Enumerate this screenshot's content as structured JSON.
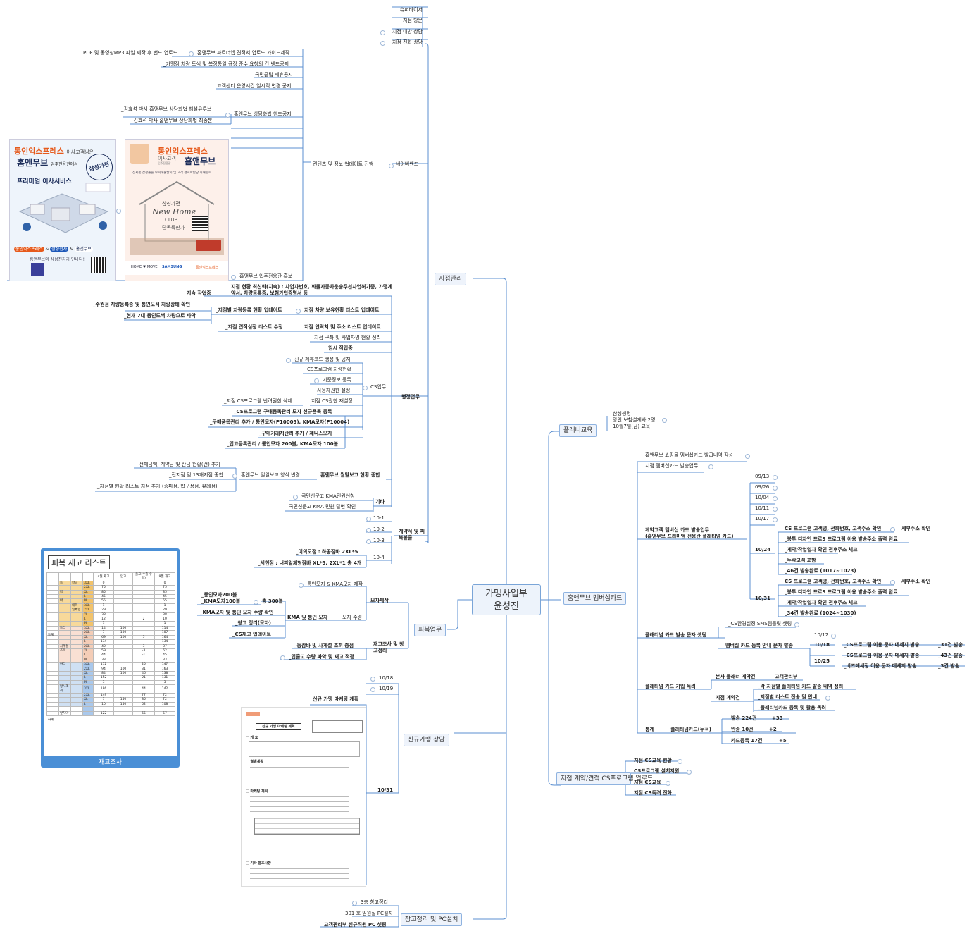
{
  "central": {
    "line1": "가맹사업부",
    "line2": "윤성진"
  },
  "branches": {
    "jijeom": "지점관리",
    "planner": "플래너교육",
    "membership": "홈앤무브 멤버십카드",
    "pibok": "피복업무",
    "sinkyu": "신규가맹 상담",
    "jijeomcs": "지점 계약/견적 CS프로그램 업로드",
    "changgo": "창고정리 및 PC설치"
  },
  "jijeom": {
    "top": [
      "슈퍼바이저",
      "지점 방문",
      "지점 내방 상담",
      "지점 전화 상담"
    ],
    "naver": "네이버밴드",
    "content": "컨텐츠 및 정보 업데이트 진행",
    "content_items": {
      "guide": "홈앤무브 파트너앱 견적서 업로드 가이드제작",
      "guide_sub": "PDF 및 동영상MP3 파일 제작 후 밴드 업로드",
      "notice1": "_가맹점 차량 도색 및 복장통일 규정 준수 요청의 건 밴드공지",
      "notice2": "국민클럽 제휴공지",
      "notice3": "고객센터 운영시간 일시적 변경 공지",
      "handbook": "홈앤무브 상담화법 핸드공지",
      "handbook_sub1": "_김효석 박사 홈앤무브 상담화법 해설유투브",
      "handbook_sub2": "_김효석 박사 홈앤무브 상담화법 최종본"
    },
    "promo": "홈앤무브 입주전용관 홍보",
    "haengjeong": "행정업무",
    "h_items": {
      "jisok": "지속 작업중",
      "jisok_text": "지점 현황 최신화(지속) : 사업자번호, 화물자동차운송주선사업허가증, 가맹계약서, 차량등록증, 보험가입증명서 등",
      "vehicle": "지점 차량 보유현황 리스트 업데이트",
      "vehicle_sub": "_지점별 차량등록 현황 업데이트",
      "vehicle_sub1": "_수원점 차량등록증 및 통인도색 차량상태 확인",
      "vehicle_sub2": "_현재 7대 통인도색 차량으로 파악",
      "contact": "지점 연락처 및 주소 리스트 업데이트",
      "contact_sub": "_지점 견적실장 리스트 수정",
      "area": "지점 구좌 및 사업자명 현황 정리",
      "imsi": "임시 작업중",
      "cs": "CS업무",
      "cs_items": [
        "신규 제휴코드 생성 및 공지",
        "CS프로그램 차량현황",
        "기준정보 등록",
        "사용자권한 설정",
        "지점 CS권한 재설정"
      ],
      "cs_sub": "_지점 CS프로그램 반려권한 삭제",
      "cs_bold": [
        "_CS프로그램 구매품목관리 모자 신규품목 등록",
        "_구매품목관리 추가 / 통인모자(P10003), KMA모자(P10004)",
        "_구매거래처관리 추가 / 제니스모자",
        "_입고등록관리 / 통인모자 200불, KMA모자 100불"
      ],
      "report": "홈앤무브 월말보고 현황 종합",
      "report_sub": "홈앤무브 일일보고 양식 변경",
      "report_items": [
        "_전체금액, 계약금 및 잔금 현황(건) 추가",
        "_전지점 및 13개지점 종합",
        "_지점별 현황 리스트 지점 추가 (송파점, 압구정점, 유례점)"
      ],
      "gita": "기타",
      "gita_items": [
        "국민신문고 KMA민원신청",
        "국민신문고 KMA 민원 답변 확인"
      ]
    },
    "contract": "계약서 및 피복불출",
    "contract_items": [
      "10-1",
      "10-2",
      "10-3",
      "10-4"
    ],
    "contract_sub1": "_이의도점 : 하공잠바 2XL*5",
    "contract_sub2": "_서현점 : 내피일체형잠바 XL*3, 2XL*1 총 4개"
  },
  "planner": {
    "text": "삼성생명\n망인 보험설계사 2명\n10월7일(금) 교육"
  },
  "membership": {
    "items": [
      "홈앤무브 쇼핑몰 멤버십카드 발급내역 작성",
      "지점 멤버십카드 발송업무"
    ],
    "contract_card": "계약고객 멤버십 카드 발송업무\n(홈앤무브 프리미엄 전용관 플래티넘 카드)",
    "dates": [
      "09/13",
      "09/26",
      "10/04",
      "10/11",
      "10/17"
    ],
    "d1024": "10/24",
    "d1024_items": [
      "CS 프로그램 고객명, 전화번호, 고객주소 확인",
      "_봉투 디자인 프로9 프로그램 이용 발송주소 출력 완료",
      "_계약/작업일자 확인 전후주소 체크",
      "_누락고객 포함",
      "_46건 발송완료 (1017~1023)"
    ],
    "d1024_addr": "세부주소 확인",
    "d1031": "10/31",
    "d1031_items": [
      "CS 프로그램 고객명, 전화번호, 고객주소 확인",
      "_봉투 디자인 프로9 프로그램 이용 발송주소 출력 완료",
      "_계약/작업일자 확인 전후주소 체크",
      "_34건 발송완료 (1024~1030)"
    ],
    "d1031_addr": "세부주소 확인",
    "sms": "플래티넘 카드 발송 문자 셋팅",
    "sms_sub1": "_CS환경설정 SMS템플릿 셋팅",
    "sms_sub2": "멤버십 카드 등록 안내 문자 발송",
    "sms_dates": [
      "10/12",
      "10/18",
      "10/25"
    ],
    "sms_items": [
      "_CS프로그램 이용 문자 메세지 발송",
      "_CS프로그램 이용 문자 메세지 발송",
      "_비즈메세징 이용 문자 메세지 발송"
    ],
    "sms_counts": [
      "_31건 발송",
      "_43건 발송",
      "_3건 발송"
    ],
    "join": "플래티넘 카드 가입 독려",
    "join_sub1": "본사 플래너 계약건",
    "join_sub1b": "고객관리부",
    "join_sub2": "지점 계약건",
    "join_items": [
      "_각 지점별 플래티넘 카드 발송 내역 정리",
      "_지점별 리스트 전송 및 안내",
      "_플래티넘카드 등록 및 활용 독려"
    ],
    "stats": "통계",
    "stats_sub": "플래티넘카드(누적)",
    "stats_items": [
      "발송 224건",
      "반송 10건",
      "카드등록 17건"
    ],
    "stats_counts": [
      "+33",
      "+2",
      "+5"
    ]
  },
  "pibok": {
    "moja": "모자제작",
    "moja_items": [
      "통인모자 & KMA모자 제작",
      "모자 수령"
    ],
    "moja_sub": "KMA 및 통인 모자",
    "moja_left": [
      "_통인모자200불\n_KMA모자100불",
      "총 300불",
      "_KMA모자 및 통인 모자 수량 확인",
      "_창고 정리(모자)",
      "_CS재고 업데이트"
    ],
    "stock": "재고조사 및 창고정리",
    "stock_items": [
      "_동잠바 및 사계절 조끼 층점",
      "_입출고 수량 파악 및 재고 적정"
    ]
  },
  "sinkyu": {
    "dates": [
      "10/18",
      "10/19",
      "10/31"
    ],
    "plan": "신규 가맹 마케팅 계획",
    "doc_title": "신규 가맹 마케팅 계획",
    "doc_sections": [
      "□ 개 요",
      "□ 월별계획",
      "□ 마케팅 계획",
      "□ 기타 협조사항"
    ]
  },
  "jijeomcs": {
    "items": [
      "지점 CS교육 현황",
      "CS프로그램 설치지원",
      "지점 CS교육",
      "지점 CS독려 전화"
    ]
  },
  "changgo": {
    "items": [
      "3층 창고정리",
      "301 호 임원실 PC설치",
      "고객관리부 신규직원 PC 셋팅"
    ]
  },
  "poster1": {
    "brand": "통인익스프레스",
    "brand_suffix": "이사고객님은",
    "product": "홈앤무브",
    "product_sub": "입주전용관에서",
    "service": "프리미엄 이사서비스",
    "stamp": "삼성가전",
    "footer": "홈앤무브와 삼성전자가 만나다!",
    "logos": [
      "통인익스프레스",
      "삼성전자",
      "홈앤무브"
    ]
  },
  "poster2": {
    "brand": "통인익스프레스",
    "line2": "이사고객",
    "product": "홈앤무브",
    "line3": "입주전용관",
    "desc": "전제품 삼성몰을 우회해출발치 및 고객 설치파반당 최대한혁",
    "samsung": "삼성가전",
    "newhome": "New Home",
    "club": "CLUB",
    "exclusive": "단독특판가",
    "logos": [
      "HOME ♥ MOVE",
      "SAMSUNG",
      "통인익스프레스"
    ]
  },
  "stock_list": {
    "title": "피복 재고 리스트",
    "footer": "재고조사",
    "headers": [
      "",
      "",
      "",
      "",
      "4월 재고",
      "입고",
      "출고(수출 수량)",
      "9월 재고"
    ],
    "groups": [
      "동계",
      "하계"
    ],
    "rows": [
      [
        "",
        "동",
        "항공",
        "3XL",
        "0",
        "",
        "",
        "0"
      ],
      [
        "",
        "",
        "",
        "2XL",
        "75",
        "",
        "",
        "75"
      ],
      [
        "",
        "잠",
        "",
        "XL",
        "85",
        "",
        "",
        "85"
      ],
      [
        "",
        "",
        "",
        "L",
        "45",
        "",
        "",
        "45"
      ],
      [
        "",
        "바",
        "",
        "M",
        "55",
        "",
        "",
        "55"
      ],
      [
        "",
        "",
        "내피",
        "3XL",
        "1",
        "",
        "",
        "1"
      ],
      [
        "",
        "",
        "일체형",
        "2XL",
        "29",
        "",
        "",
        "29"
      ],
      [
        "",
        "",
        "",
        "XL",
        "38",
        "",
        "",
        "38"
      ],
      [
        "",
        "",
        "",
        "L",
        "12",
        "",
        "2",
        "10"
      ],
      [
        "",
        "",
        "",
        "M",
        "1",
        "",
        "",
        "1"
      ],
      [
        "",
        "동티",
        "",
        "3XL",
        "14",
        "100",
        "",
        "114"
      ],
      [
        "",
        "",
        "",
        "2XL",
        "7",
        "100",
        "",
        "107"
      ],
      [
        "",
        "",
        "",
        "XL",
        "69",
        "100",
        "5",
        "164"
      ],
      [
        "",
        "",
        "",
        "L",
        "134",
        "",
        "",
        "134"
      ],
      [
        "",
        "사계절",
        "",
        "2XL",
        "40",
        "",
        "3",
        "37"
      ],
      [
        "",
        "조끼",
        "",
        "XL",
        "59",
        "",
        "-3",
        "62"
      ],
      [
        "",
        "",
        "",
        "L",
        "44",
        "",
        "-1",
        "45"
      ],
      [
        "",
        "",
        "",
        "M",
        "33",
        "",
        "",
        "33"
      ],
      [
        "",
        "하티",
        "",
        "3XL",
        "172",
        "",
        "25",
        "147"
      ],
      [
        "",
        "",
        "",
        "2XL",
        "94",
        "100",
        "31",
        "163"
      ],
      [
        "",
        "",
        "",
        "XL",
        "84",
        "100",
        "46",
        "138"
      ],
      [
        "",
        "",
        "",
        "L",
        "152",
        "",
        "21",
        "131"
      ],
      [
        "",
        "",
        "",
        "M",
        "3",
        "",
        "",
        "3"
      ],
      [
        "",
        "망사조끼",
        "",
        "3XL",
        "186",
        "",
        "44",
        "142"
      ],
      [
        "",
        "",
        "",
        "2XL",
        "149",
        "",
        "77",
        "72"
      ],
      [
        "",
        "",
        "",
        "XL",
        "7",
        "150",
        "85",
        "72"
      ],
      [
        "",
        "",
        "",
        "L",
        "10",
        "150",
        "52",
        "108"
      ],
      [
        "",
        "",
        "",
        "",
        "",
        "",
        "",
        ""
      ],
      [
        "",
        "앞치마",
        "",
        "",
        "122",
        "",
        "65",
        "57"
      ]
    ]
  },
  "colors": {
    "line": "#5b8fd0",
    "node_bg": "#eef3fb",
    "node_border": "#8fb3e0",
    "stock_frame": "#4a8fd6",
    "orange": "#e65a1c"
  }
}
